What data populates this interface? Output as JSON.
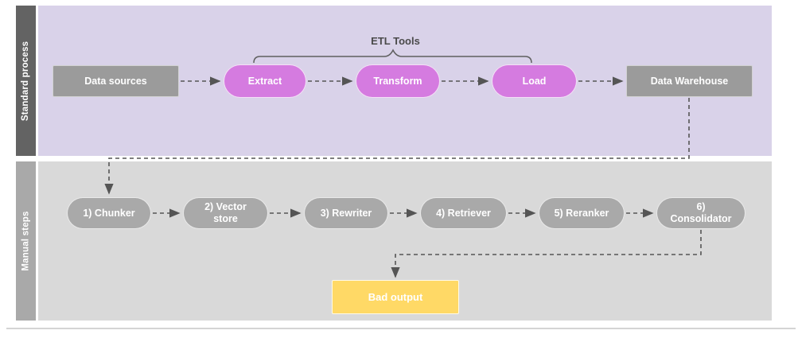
{
  "diagram": {
    "lanes": [
      {
        "id": "standard-process",
        "label": "Standard process"
      },
      {
        "id": "manual-steps",
        "label": "Manual steps"
      }
    ],
    "annotation": {
      "label": "ETL Tools"
    },
    "standard_process_nodes": {
      "data_sources": "Data sources",
      "extract": "Extract",
      "transform": "Transform",
      "load": "Load",
      "data_warehouse": "Data Warehouse"
    },
    "manual_steps_nodes": {
      "chunker": "1) Chunker",
      "vector_store": "2) Vector store",
      "rewriter": "3) Rewriter",
      "retriever": "4) Retriever",
      "reranker": "5) Reranker",
      "consolidator": "6) Consolidator",
      "bad_output": "Bad output"
    },
    "colors": {
      "lane1_bg": "#d9d2e9",
      "lane1_bar": "#636363",
      "lane2_bg": "#d9d9d9",
      "lane2_bar": "#a9a9a9",
      "gray_node": "#9b9b9b",
      "gray_pill": "#a9a9a9",
      "purple_pill": "#d57be0",
      "yellow_node": "#ffd966",
      "connector": "#555555"
    }
  }
}
